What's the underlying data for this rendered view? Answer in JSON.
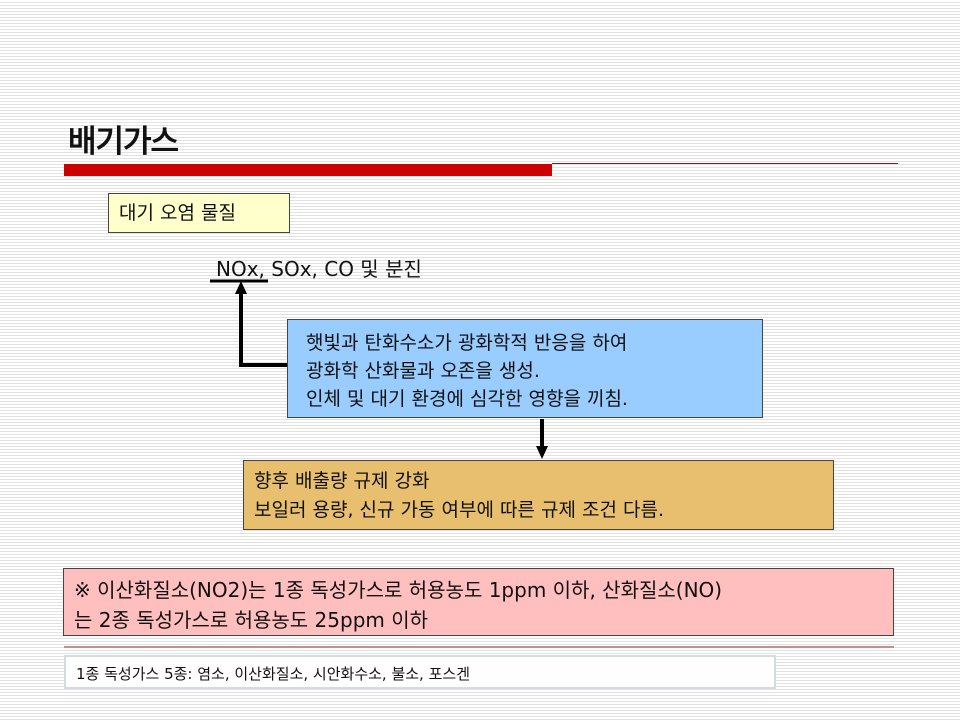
{
  "title": "배기가스",
  "category_label": "대기 오염 물질",
  "pollutants": "NOx, SOx, CO 및 분진",
  "effects": {
    "lines": [
      "햇빛과 탄화수소가 광화학적 반응을 하여",
      "광화학 산화물과 오존을 생성.",
      "인체 및 대기 환경에 심각한 영향을 끼침."
    ]
  },
  "regulation": {
    "lines": [
      "향후 배출량 규제 강화",
      "보일러 용량, 신규 가동 여부에 따른 규제 조건 다름."
    ]
  },
  "warning": {
    "lines": [
      "※ 이산화질소(NO2)는 1종 독성가스로 허용농도 1ppm 이하, 산화질소(NO)",
      "는 2종 독성가스로 허용농도 25ppm 이하"
    ]
  },
  "footnote": "1종 독성가스 5종: 염소, 이산화질소, 시안화수소, 불소, 포스겐",
  "colors": {
    "accent": "#cc0000",
    "yellow": "#ffffcc",
    "blue": "#99ccff",
    "orange": "#e8bf6e",
    "pink": "#ffbfbf"
  }
}
